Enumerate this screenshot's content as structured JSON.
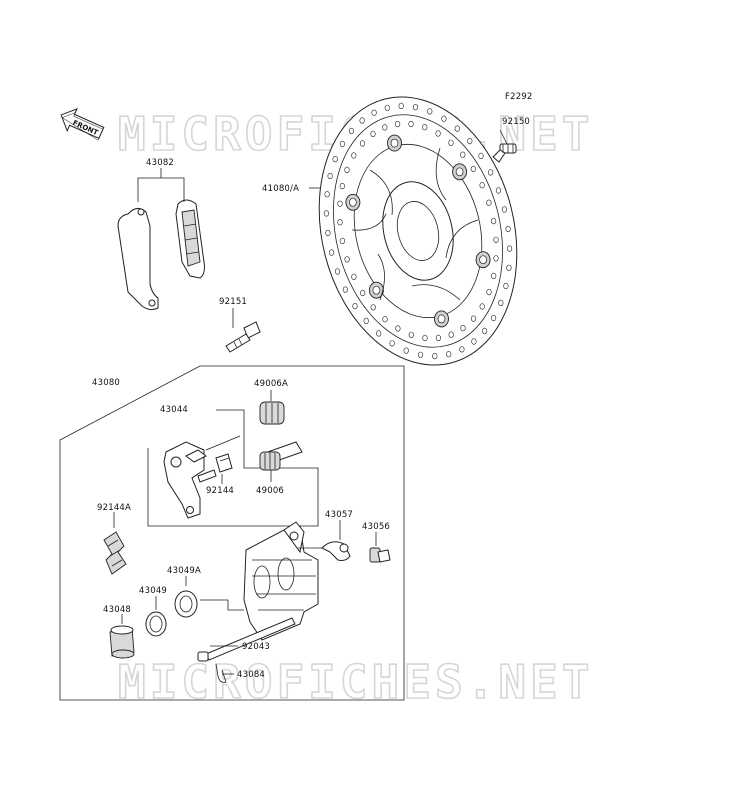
{
  "diagram": {
    "figure_code": "F2292",
    "front_label": "FRONT",
    "watermark": "MICROFICHES.NET",
    "labels": {
      "p92150": "92150",
      "p41080": "41080/A",
      "p43082": "43082",
      "p92151": "92151",
      "p43080": "43080",
      "p49006A": "49006A",
      "p43044": "43044",
      "p92144": "92144",
      "p49006": "49006",
      "p92144A": "92144A",
      "p43057": "43057",
      "p43056": "43056",
      "p43049A": "43049A",
      "p43049": "43049",
      "p43048": "43048",
      "p92043": "92043",
      "p43084": "43084"
    }
  }
}
